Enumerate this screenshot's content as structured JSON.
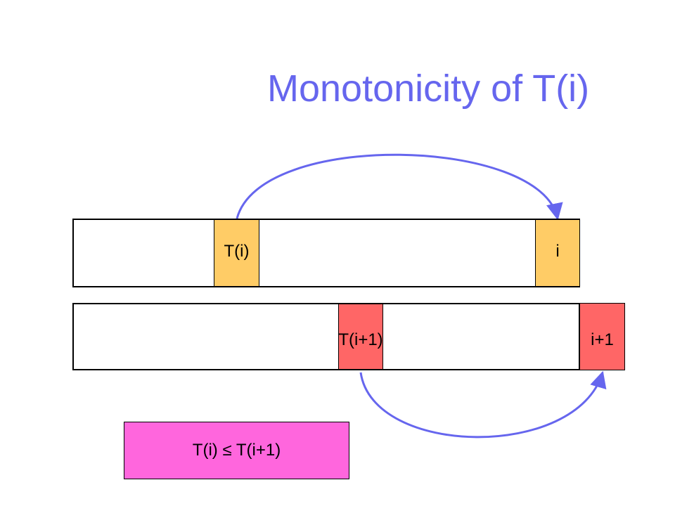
{
  "title": "Monotonicity of T(i)",
  "colors": {
    "title": "#6666ee",
    "arrow": "#6666ee",
    "cell_top": "#ffcc66",
    "cell_bottom": "#ff6666",
    "result_box": "#ff66dd"
  },
  "top_row": {
    "ti_label": "T(i)",
    "i_label": "i"
  },
  "bottom_row": {
    "ti1_label": "T(i+1)",
    "i1_label": "i+1"
  },
  "result": "T(i) ≤ T(i+1)"
}
